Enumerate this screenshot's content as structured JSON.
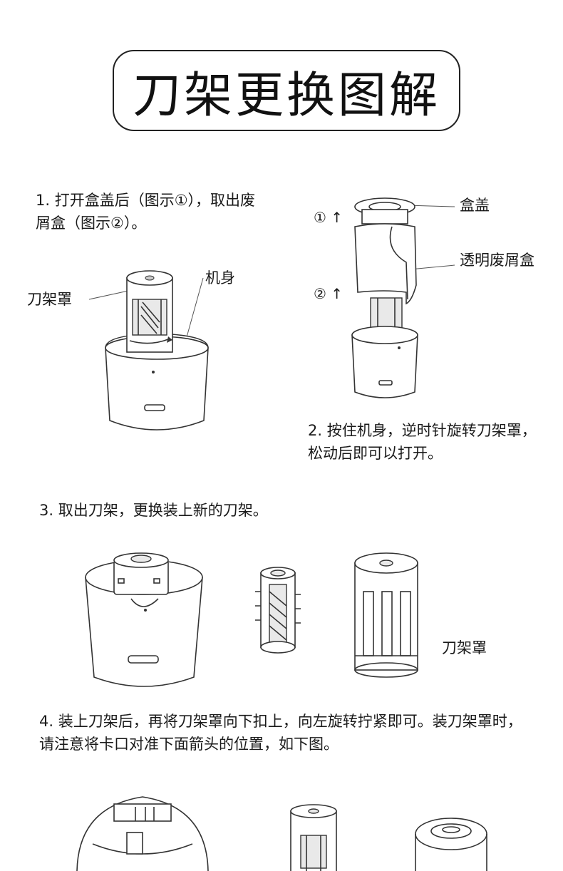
{
  "title": "刀架更换图解",
  "step1": {
    "line1": "1. 打开盒盖后（图示①），取出废",
    "line2": "屑盒（图示②）。"
  },
  "fig1": {
    "label_cover": "刀架罩",
    "label_body": "机身"
  },
  "fig2": {
    "label_lid": "盒盖",
    "label_box": "透明废屑盒",
    "mark1": "① ↑",
    "mark2": "② ↑"
  },
  "step2": {
    "line1": "2. 按住机身，逆时针旋转刀架罩，",
    "line2": "松动后即可以打开。"
  },
  "step3": {
    "text": "3. 取出刀架，更换装上新的刀架。",
    "label_cover": "刀架罩"
  },
  "step4": {
    "line1": "4. 装上刀架后，再将刀架罩向下扣上，向左旋转拧紧即可。装刀架罩时，",
    "line2": "请注意将卡口对准下面箭头的位置，如下图。"
  }
}
